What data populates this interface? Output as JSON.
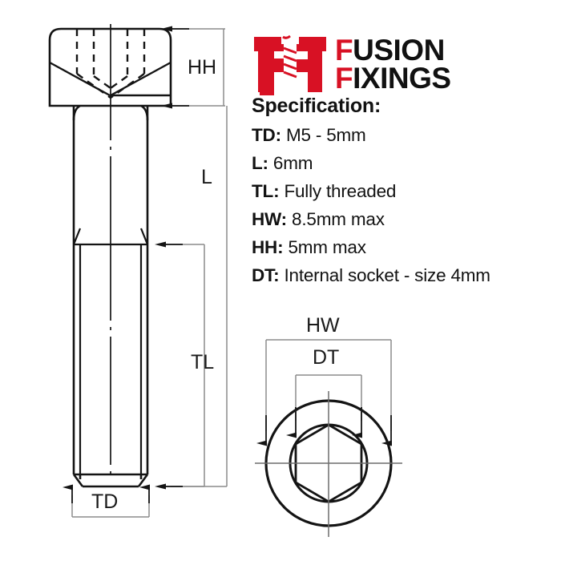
{
  "brand": {
    "logo_icon": "screw-logo-icon",
    "line1_first": "F",
    "line1_rest": "USION",
    "line2_first": "F",
    "line2_rest": "IXINGS",
    "accent_color": "#d81124",
    "text_color": "#111111"
  },
  "spec": {
    "title": "Specification:",
    "rows": [
      {
        "key": "TD:",
        "value": "M5 - 5mm"
      },
      {
        "key": "L:",
        "value": "6mm"
      },
      {
        "key": "TL:",
        "value": "Fully threaded"
      },
      {
        "key": "HW:",
        "value": "8.5mm max"
      },
      {
        "key": "HH:",
        "value": "5mm max"
      },
      {
        "key": "DT:",
        "value": "Internal socket - size 4mm"
      }
    ]
  },
  "diagram": {
    "side_view": {
      "name": "socket-cap-screw-side-view",
      "dimensions": {
        "head_height": "HH",
        "overall_length": "L",
        "thread_length": "TL",
        "thread_diameter": "TD"
      }
    },
    "end_view": {
      "name": "socket-cap-screw-end-view",
      "dimensions": {
        "head_width": "HW",
        "drive_size": "DT"
      }
    },
    "line_color": "#141414",
    "dim_line_color": "#8c8c8c"
  }
}
